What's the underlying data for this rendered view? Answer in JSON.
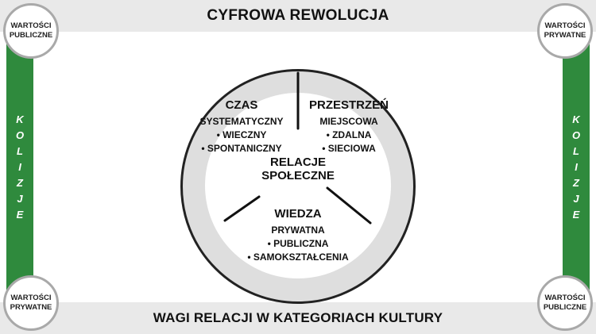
{
  "header": {
    "title": "CYFROWA REWOLUCJA"
  },
  "footer": {
    "title": "WAGI RELACJI W KATEGORIACH KULTURY"
  },
  "sides": {
    "left_label": "KOLIZJE",
    "right_label": "KOLIZJE"
  },
  "corners": {
    "top_left": [
      "WARTOŚCI",
      "PUBLICZNE"
    ],
    "top_right": [
      "WARTOŚCI",
      "PRYWATNE"
    ],
    "bottom_left": [
      "WARTOŚCI",
      "PRYWATNE"
    ],
    "bottom_right": [
      "WARTOŚCI",
      "PUBLICZNE"
    ]
  },
  "center": {
    "line1": "RELACJE",
    "line2": "SPOŁECZNE"
  },
  "segments": {
    "czas": {
      "title": "CZAS",
      "items": [
        "SYSTEMATYCZNY",
        "• WIECZNY",
        "• SPONTANICZNY"
      ]
    },
    "przestrzen": {
      "title": "PRZESTRZEŃ",
      "items": [
        "MIEJSCOWA",
        "• ZDALNA",
        "• SIECIOWA"
      ]
    },
    "wiedza": {
      "title": "WIEDZA",
      "items": [
        "PRYWATNA",
        "• PUBLICZNA",
        "• SAMOKSZTAŁCENIA"
      ]
    }
  },
  "colors": {
    "side_bar": "#2f8a3d",
    "band": "#e9e9e9",
    "ring": "#dedede",
    "outline": "#222222"
  }
}
